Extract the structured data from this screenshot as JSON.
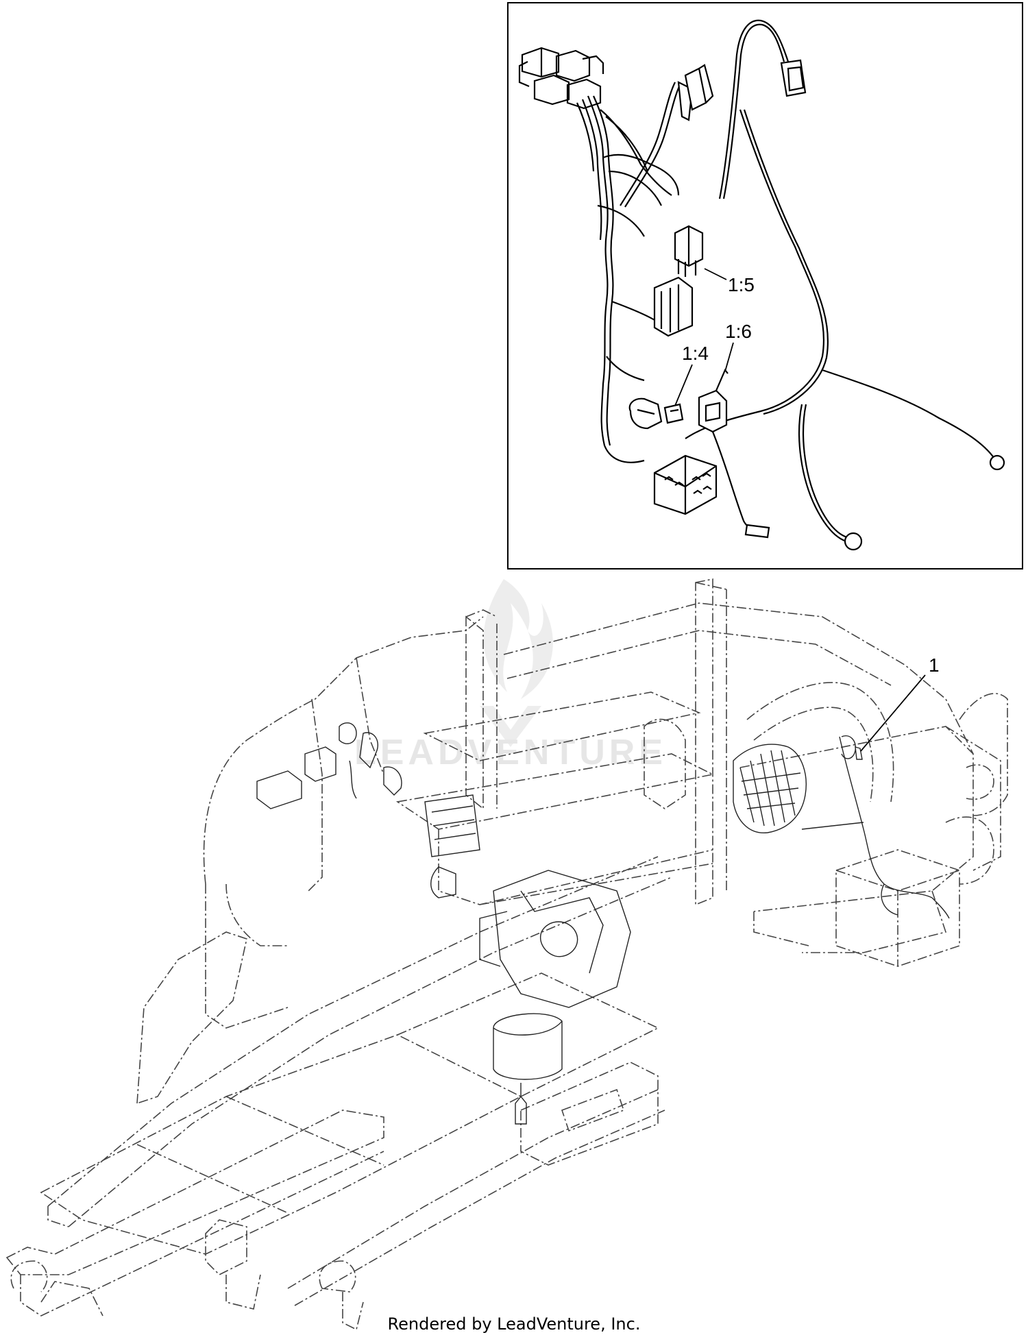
{
  "inset": {
    "callouts": [
      "1:5",
      "1:6",
      "1:4"
    ]
  },
  "main": {
    "callout": "1"
  },
  "watermark": {
    "text": "LEADVENTURE"
  },
  "footer": {
    "text": "Rendered by LeadVenture, Inc."
  }
}
